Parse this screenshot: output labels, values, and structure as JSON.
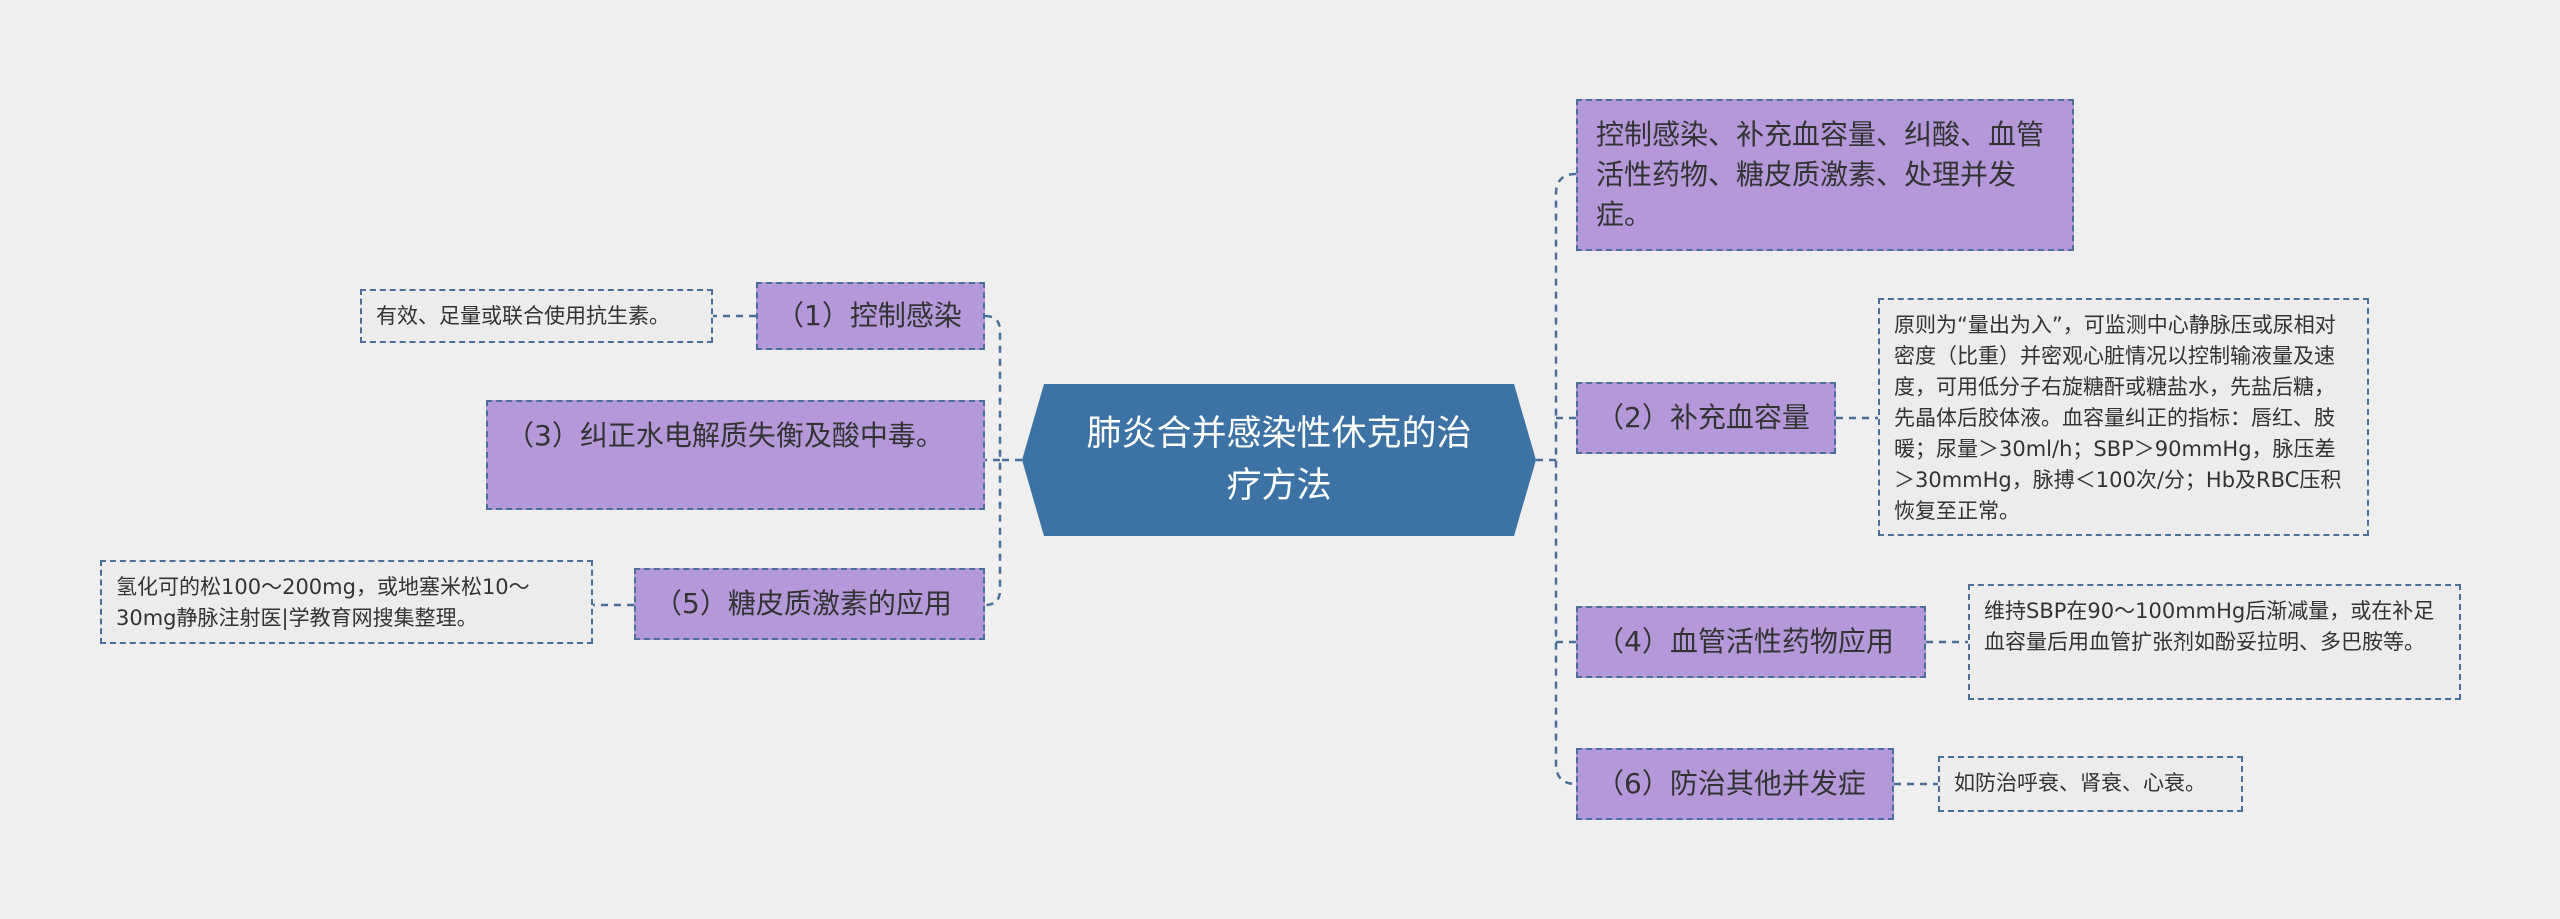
{
  "central": {
    "title": "肺炎合并感染性休克的治疗方法"
  },
  "left": [
    {
      "label": "（1）控制感染",
      "detail": "有效、足量或联合使用抗生素。"
    },
    {
      "label": "（3）纠正水电解质失衡及酸中毒。"
    },
    {
      "label": "（5）糖皮质激素的应用",
      "detail": "氢化可的松100～200mg，或地塞米松10～30mg静脉注射医|学教育网搜集整理。"
    }
  ],
  "right": [
    {
      "label": "控制感染、补充血容量、纠酸、血管活性药物、糖皮质激素、处理并发症。"
    },
    {
      "label": "（2）补充血容量",
      "detail": "原则为“量出为入”，可监测中心静脉压或尿相对密度（比重）并密观心脏情况以控制输液量及速度，可用低分子右旋糖酐或糖盐水，先盐后糖，先晶体后胶体液。血容量纠正的指标：唇红、肢暖；尿量＞30ml/h；SBP＞90mmHg，脉压差＞30mmHg，脉搏＜100次/分；Hb及RBC压积恢复至正常。"
    },
    {
      "label": "（4）血管活性药物应用",
      "detail": "维持SBP在90～100mmHg后渐减量，或在补足血容量后用血管扩张剂如酚妥拉明、多巴胺等。"
    },
    {
      "label": "（6）防治其他并发症",
      "detail": "如防治呼衰、肾衰、心衰。"
    }
  ],
  "colors": {
    "background": "#efefef",
    "central_fill": "#3d72a4",
    "branch_fill": "#b598d9",
    "leaf_fill": "#ececec",
    "connector": "#4a6f9a"
  }
}
